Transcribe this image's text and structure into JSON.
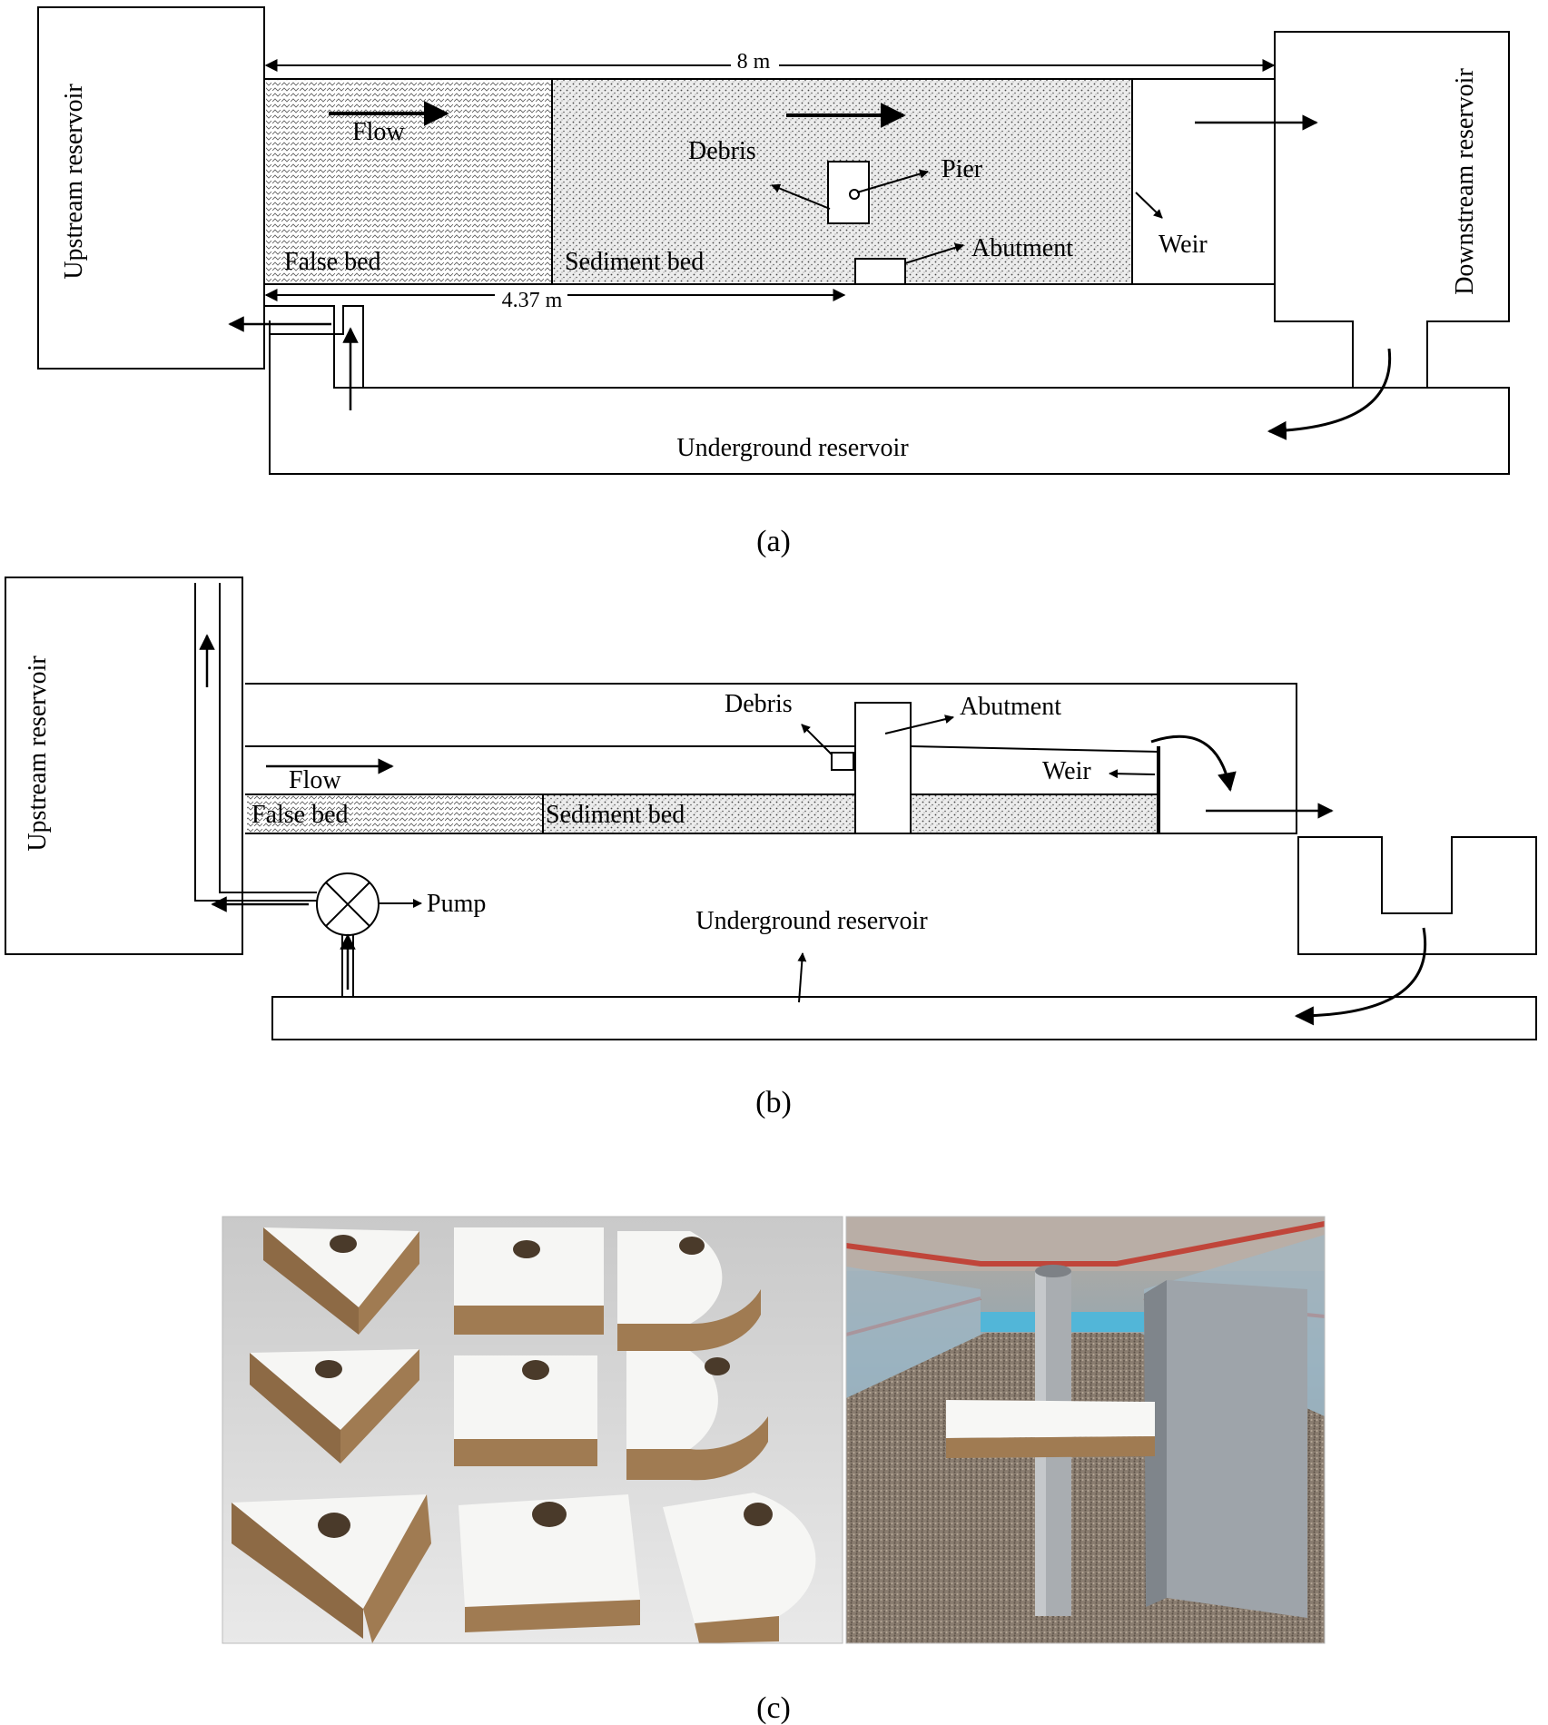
{
  "panel_a": {
    "length_label": "8 m",
    "partial_length_label": "4.37 m",
    "upstream_reservoir": "Upstream reservoir",
    "downstream_reservoir": "Downstream reservoir",
    "underground_reservoir": "Underground reservoir",
    "flow": "Flow",
    "debris": "Debris",
    "pier": "Pier",
    "abutment": "Abutment",
    "weir": "Weir",
    "false_bed": "False bed",
    "sediment_bed": "Sediment bed",
    "caption": "(a)"
  },
  "panel_b": {
    "upstream_reservoir": "Upstream reservoir",
    "underground_reservoir": "Underground reservoir",
    "flow": "Flow",
    "debris": "Debris",
    "abutment": "Abutment",
    "weir": "Weir",
    "false_bed": "False bed",
    "sediment_bed": "Sediment bed",
    "pump": "Pump",
    "caption": "(b)"
  },
  "panel_c": {
    "caption": "(c)"
  },
  "colors": {
    "line": "#000000",
    "sediment_fill": "#e6e6e6",
    "photo_table": "#dcdcdc",
    "debris_face": "#f7f7f5",
    "debris_edge": "#a07b52",
    "gravel": "#7a6e62",
    "flume_rail": "#c0453a",
    "glass": "#9fb8c6",
    "pier_grey": "#a9adb1",
    "abutment_grey": "#9ea4aa"
  }
}
